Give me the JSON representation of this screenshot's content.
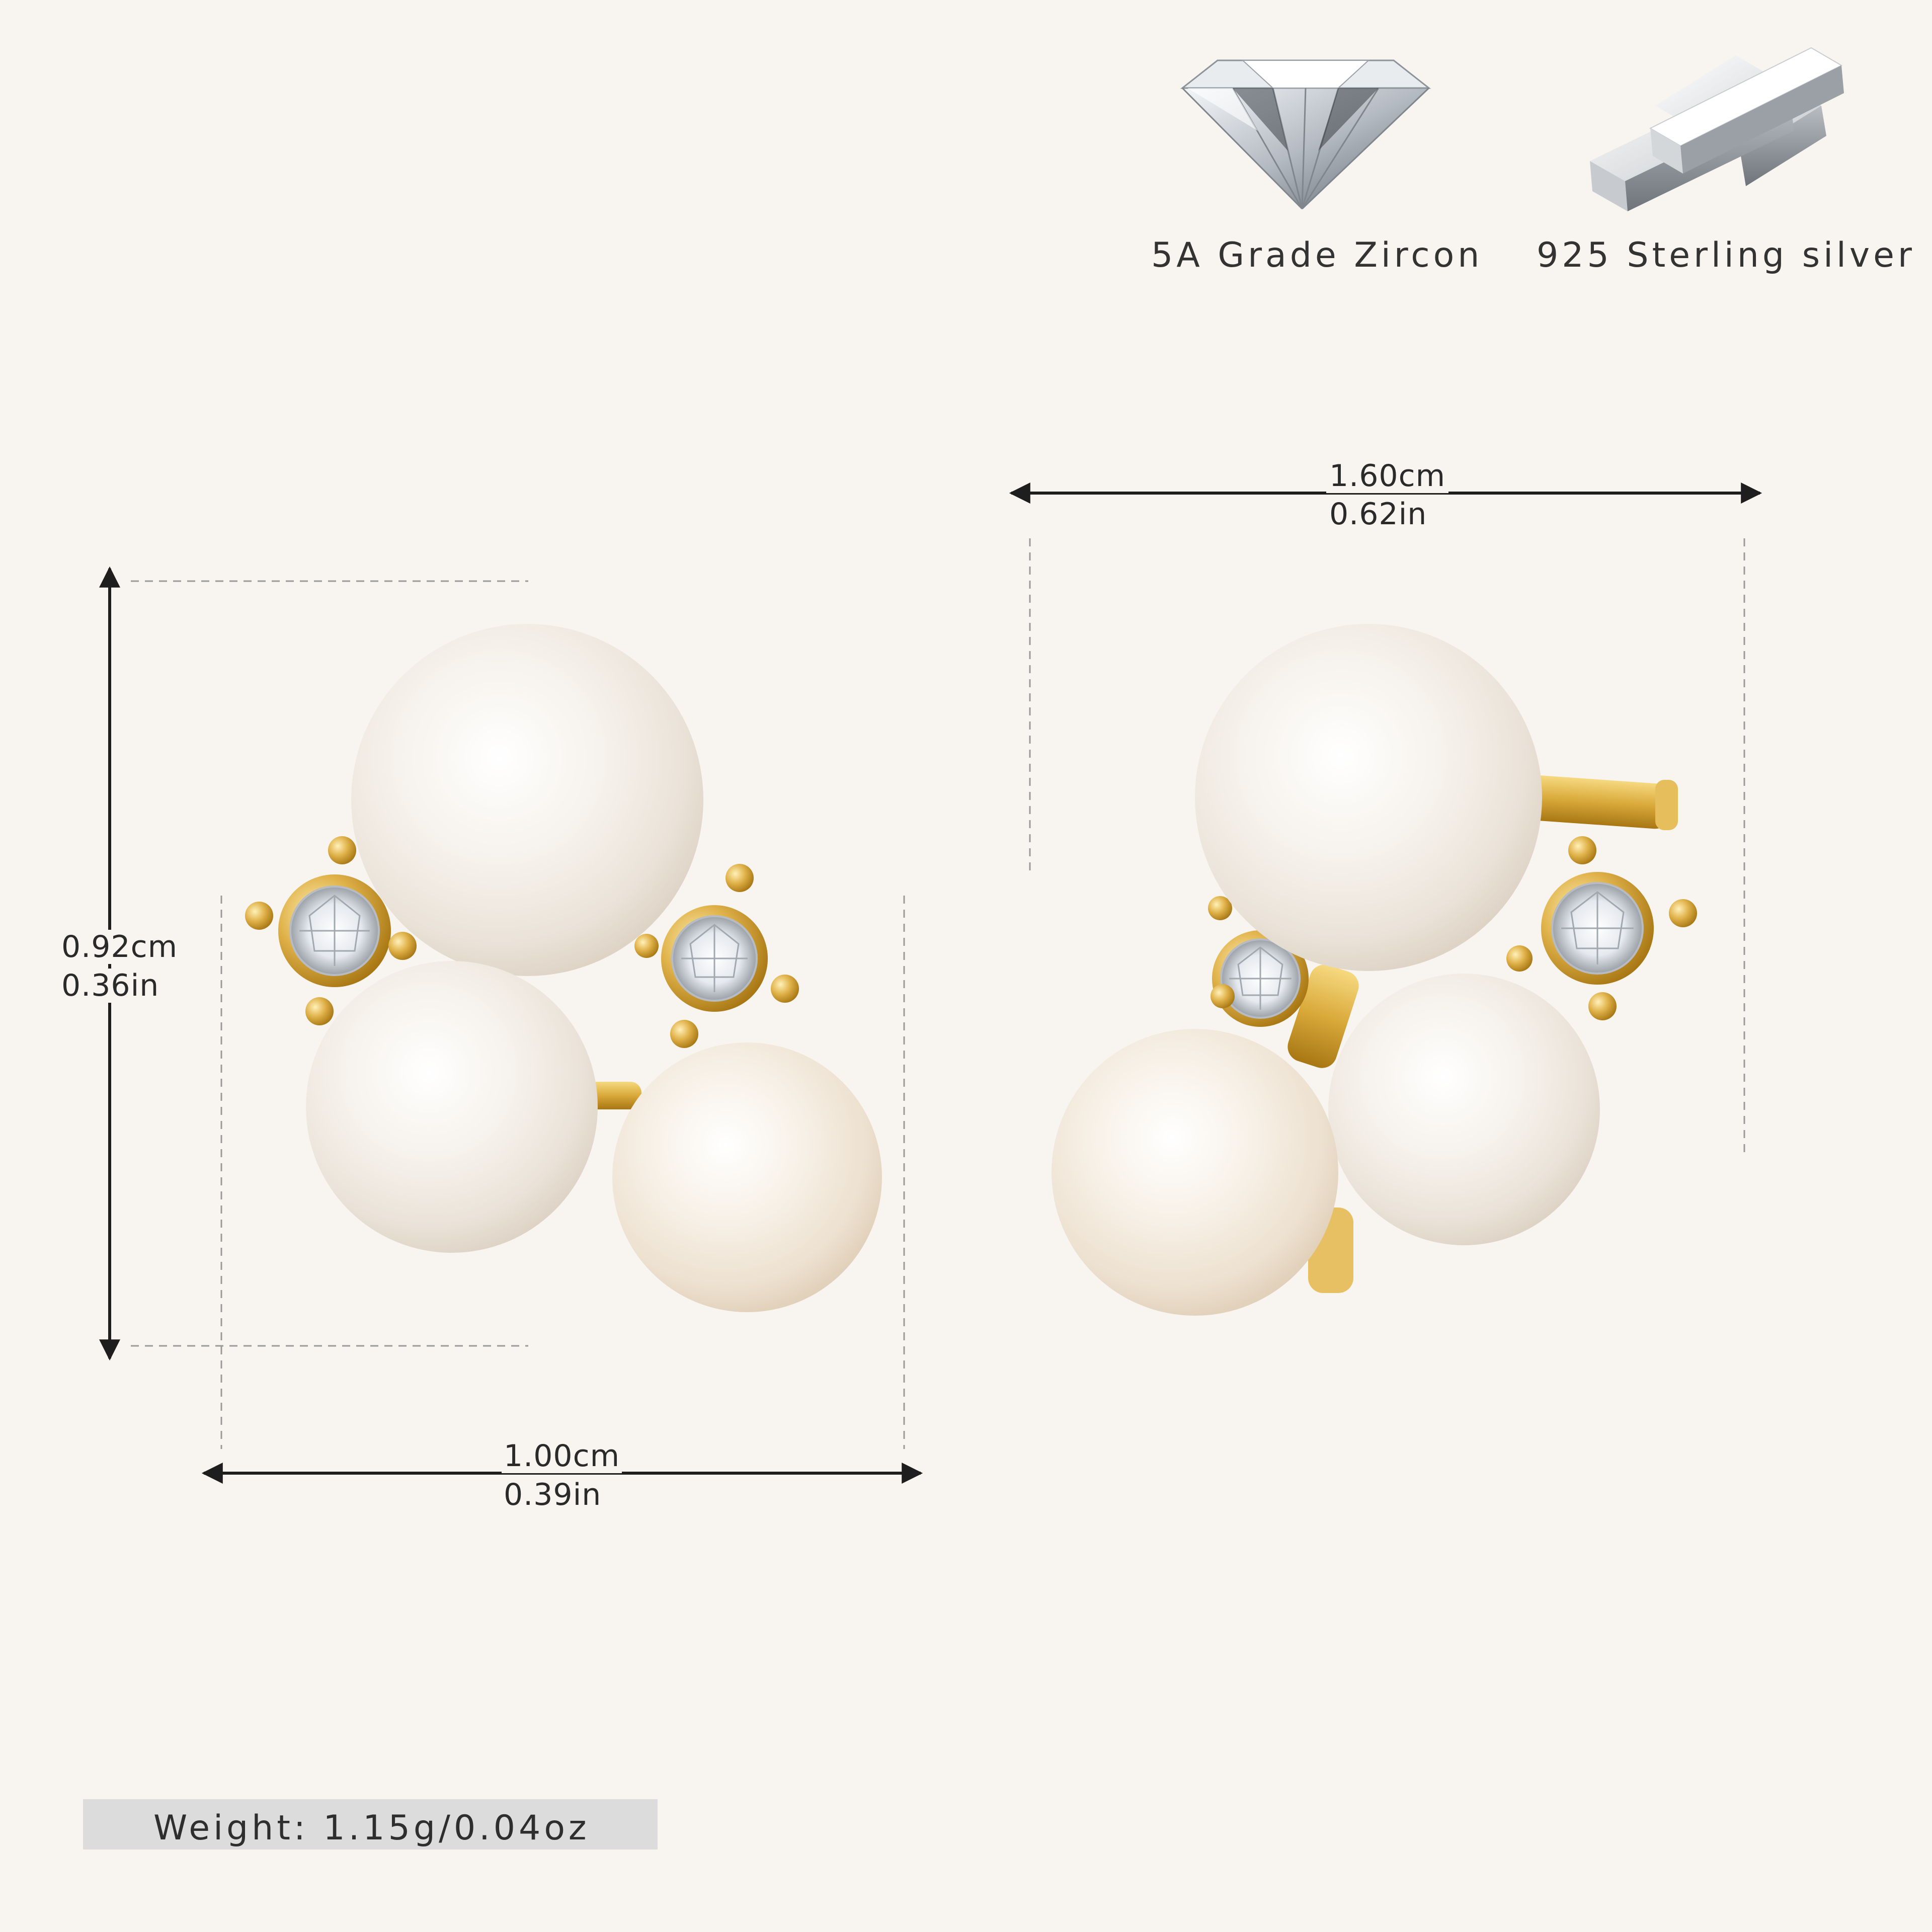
{
  "features": [
    {
      "icon": "zircon-gem-icon",
      "label": "5A Grade Zircon"
    },
    {
      "icon": "silver-bars-icon",
      "label": "925 Sterling silver"
    }
  ],
  "dimensions": {
    "front_height": {
      "cm": "0.92cm",
      "in": "0.36in"
    },
    "front_width": {
      "cm": "1.00cm",
      "in": "0.39in"
    },
    "side_width": {
      "cm": "1.60cm",
      "in": "0.62in"
    }
  },
  "weight": "Weight:  1.15g/0.04oz",
  "colors": {
    "background": "#f8f5f0",
    "gold": "#d9a93a",
    "pearl": "#f6f1ea",
    "dimension_line": "#1e1e1e",
    "weight_bar": "#dcdcdc"
  }
}
